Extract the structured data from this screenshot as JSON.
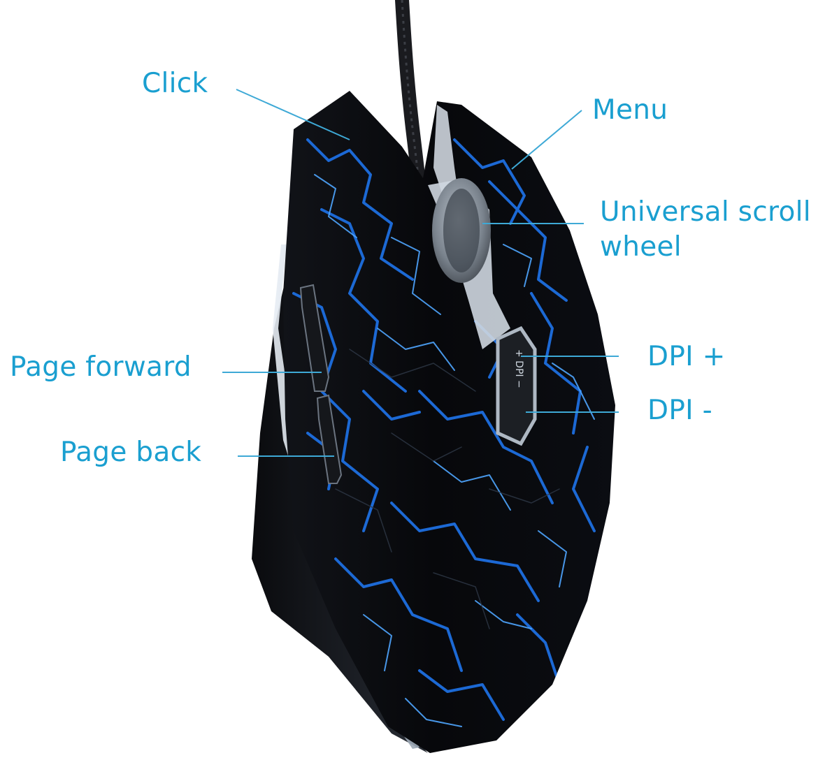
{
  "colors": {
    "label_text": "#1a9fd0",
    "leader_line": "#3ea9d6",
    "shell_dark": "#08090c",
    "crackle_blue": "#1e6fe0",
    "crackle_bright": "#4fa6ff",
    "wheel": "#8b95a0",
    "side_trim": "#c9d3de"
  },
  "callouts": {
    "click": "Click",
    "menu": "Menu",
    "scroll_wheel_line1": "Universal scroll",
    "scroll_wheel_line2": "wheel",
    "page_forward": "Page forward",
    "page_back": "Page back",
    "dpi_plus": "DPI +",
    "dpi_minus": "DPI -"
  },
  "dpi_button_text": "+ DPI −"
}
